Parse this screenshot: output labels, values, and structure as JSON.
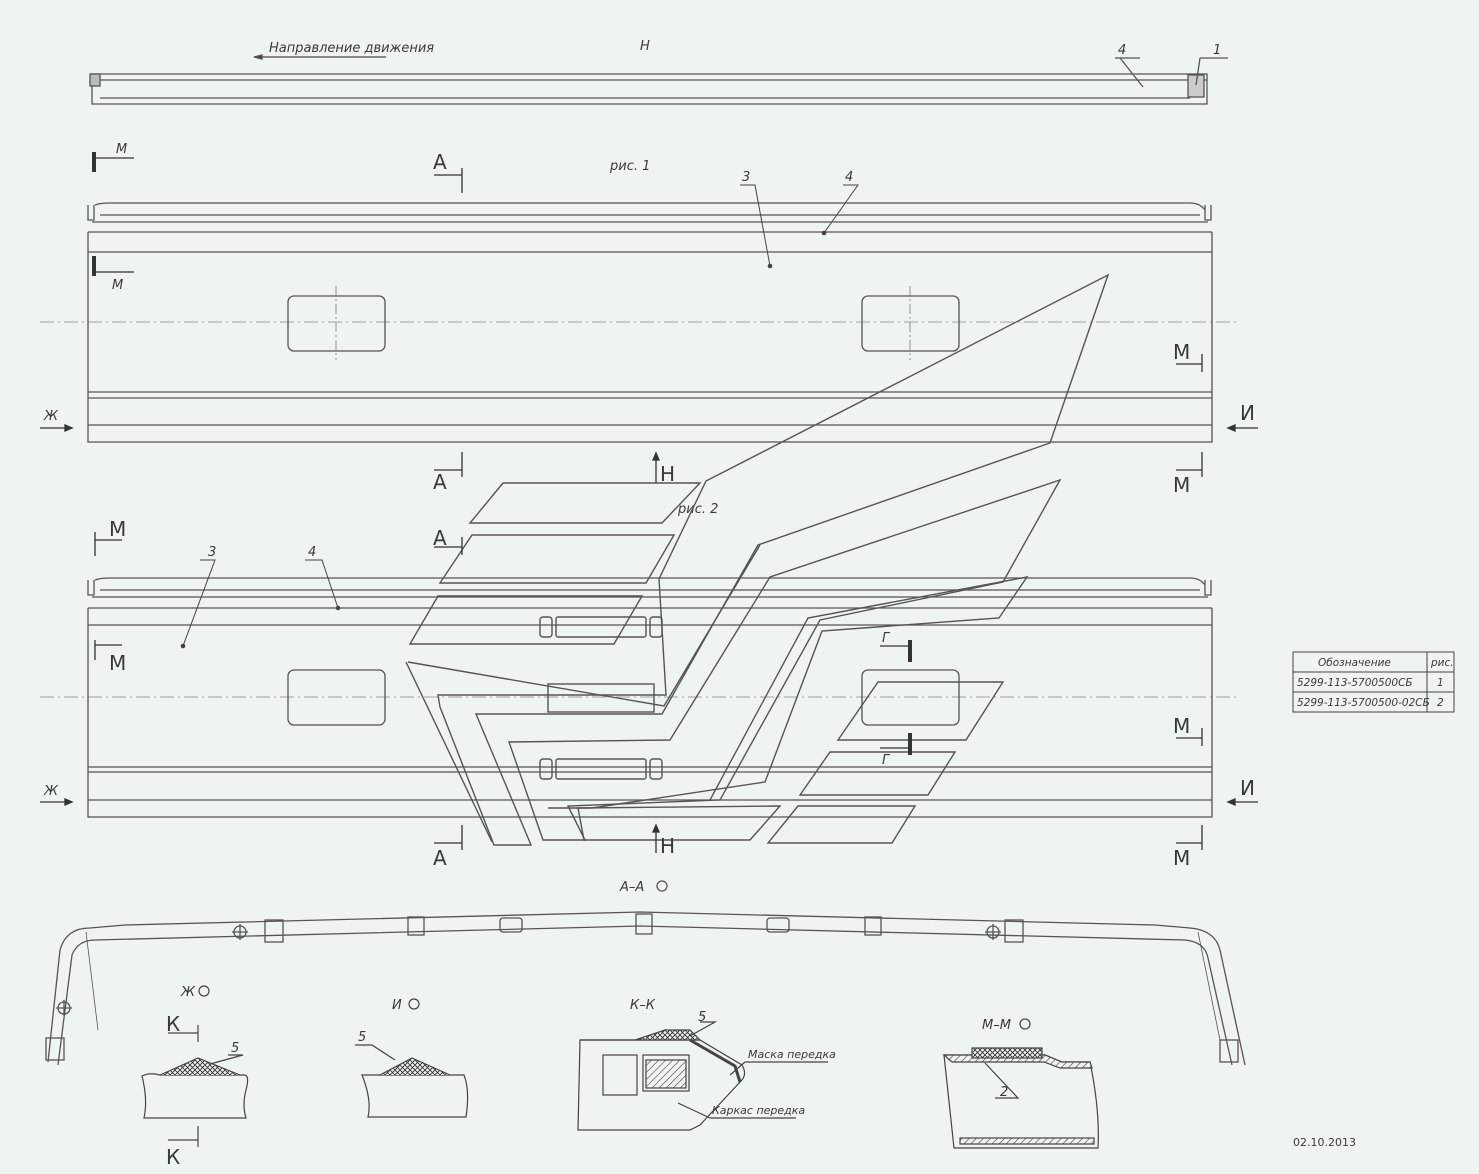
{
  "drawing": {
    "direction_label": "Направление движения",
    "view_h": "Н",
    "fig1": "рис. 1",
    "fig2": "рис. 2",
    "date": "02.10.2013",
    "sections": {
      "aa": "А–А",
      "zh": "Ж",
      "i": "И",
      "kk": "К–К",
      "mm": "М–М"
    },
    "markers": {
      "a": "А",
      "m": "М",
      "zh": "Ж",
      "i": "И",
      "n": "Н",
      "g": "Г",
      "k": "К"
    },
    "callouts": {
      "c1": "1",
      "c2": "2",
      "c3": "3",
      "c4": "4",
      "c5": "5"
    },
    "notes": {
      "mask": "Маска передка",
      "frame": "Каркас передка"
    },
    "table": {
      "header": [
        "Обозначение",
        "рис."
      ],
      "rows": [
        [
          "5299-113-5700500СБ",
          "1"
        ],
        [
          "5299-113-5700500-02СБ",
          "2"
        ]
      ]
    }
  }
}
